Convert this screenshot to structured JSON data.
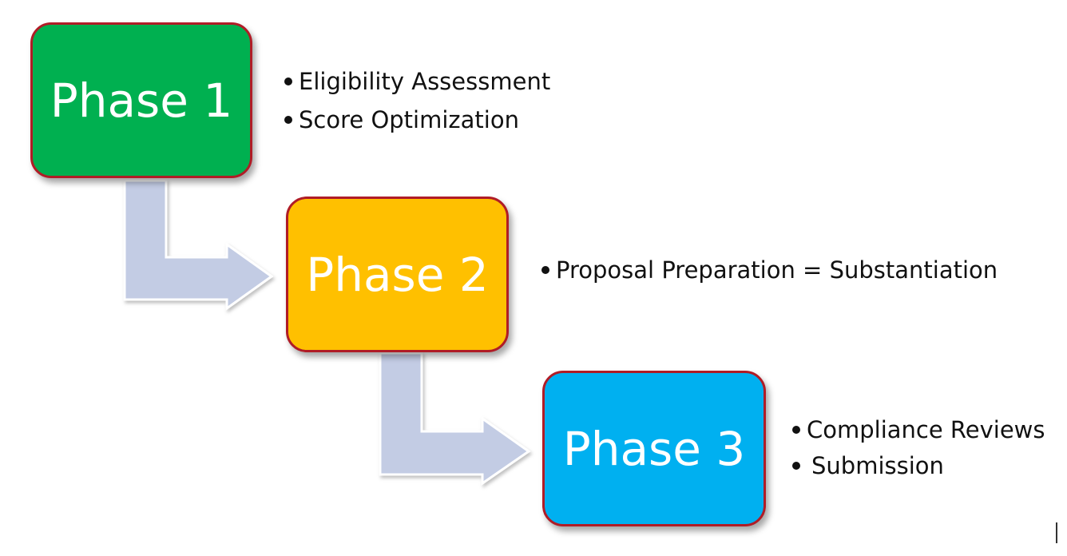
{
  "phases": [
    {
      "label": "Phase 1",
      "color": "#00b050",
      "bullets": [
        "Eligibility Assessment",
        "Score Optimization"
      ]
    },
    {
      "label": "Phase 2",
      "color": "#ffc000",
      "bullets": [
        "Proposal Preparation = Substantiation"
      ]
    },
    {
      "label": "Phase 3",
      "color": "#00b0f0",
      "bullets": [
        "Compliance Reviews",
        "Submission"
      ]
    }
  ],
  "colors": {
    "arrow_fill": "#c3cce4",
    "box_border": "#b01c26"
  }
}
